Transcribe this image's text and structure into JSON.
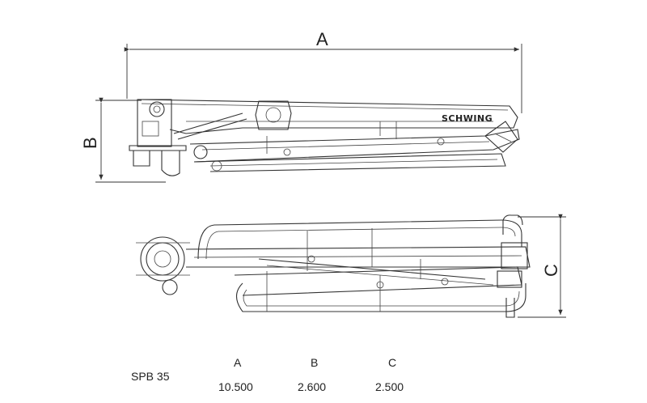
{
  "dimension_labels": {
    "a": "A",
    "b": "B",
    "c": "C"
  },
  "brand_logo_text": "SCHWING",
  "spec_table": {
    "model": "SPB 35",
    "headers": [
      "A",
      "B",
      "C"
    ],
    "values": [
      "10.500",
      "2.600",
      "2.500"
    ]
  }
}
